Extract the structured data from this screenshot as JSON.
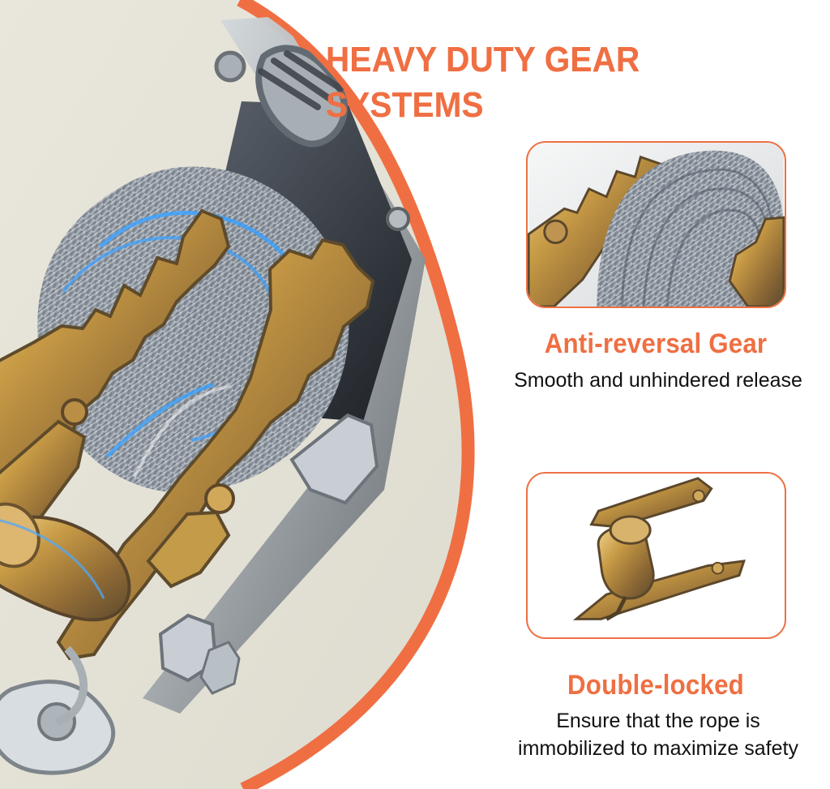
{
  "title": "HEAVY DUTY GEAR SYSTEMS",
  "features": [
    {
      "title": "Anti-reversal Gear",
      "description": "Smooth and unhindered release",
      "image": "cable-spool-closeup"
    },
    {
      "title": "Double-locked",
      "description_lines": [
        "Ensure that the rope is",
        "immobilized to maximize safety"
      ],
      "image": "double-lock-gear-part"
    }
  ],
  "main_image": "winch-gear-system-closeup",
  "colors": {
    "accent": "#ef6f43",
    "background_curve": "#e8e6da",
    "text": "#111111",
    "metal": "#a9aeb2",
    "brass": "#c7a54f"
  }
}
